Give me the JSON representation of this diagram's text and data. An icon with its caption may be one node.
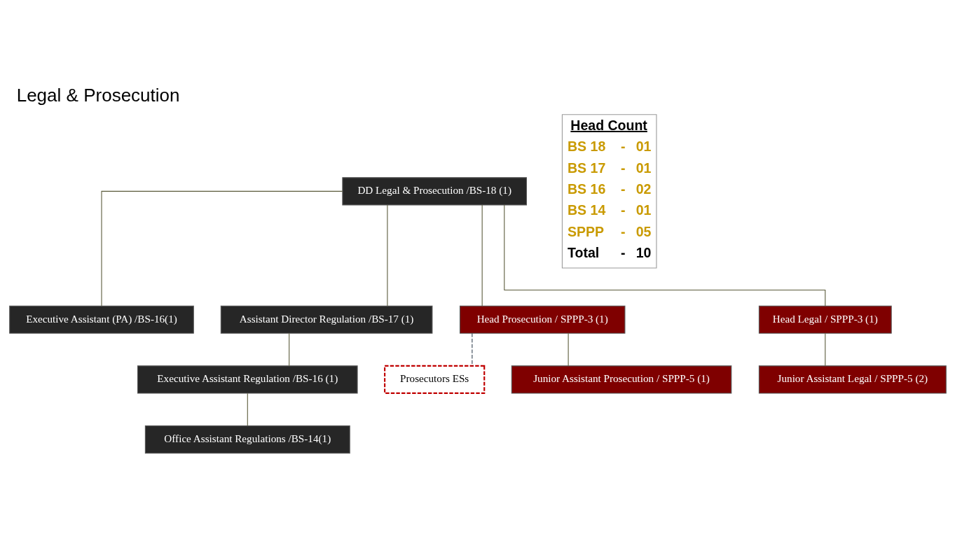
{
  "diagram": {
    "title": "Legal & Prosecution",
    "nodes": [
      {
        "text": [
          "DD Legal & Prosecution /BS-18 (1)"
        ]
      },
      {
        "text": [
          "Executive Assistant (PA) /BS-16(1)"
        ]
      },
      {
        "text": [
          "Assistant Director Regulation /BS-17 (1)"
        ]
      },
      {
        "text": [
          "Head Prosecution / SPPP-3 (1)"
        ]
      },
      {
        "text": [
          "Head Legal / SPPP-3 (1)"
        ]
      },
      {
        "text": [
          "Executive Assistant Regulation /BS-16 (1)"
        ]
      },
      {
        "text": [
          "Prosecutors ESs"
        ]
      },
      {
        "text": [
          "Office Assistant Regulations /BS-14(1)"
        ]
      },
      {
        "text": [
          "Junior Assistant Prosecution / SPPP-5 (1)"
        ]
      },
      {
        "text": [
          "Junior Assistant Legal / SPPP-5 (2)"
        ]
      }
    ],
    "edges": [
      {
        "from": 0,
        "to": 1,
        "arrow": "none"
      },
      {
        "from": 0,
        "to": 2,
        "arrow": "none"
      },
      {
        "from": 0,
        "to": 3,
        "arrow": "none"
      },
      {
        "from": 0,
        "to": 4,
        "arrow": "none"
      },
      {
        "from": 3,
        "to": 6,
        "arrow": "none",
        "style": "dashed",
        "color": "#2f3e4e"
      },
      {
        "from": 2,
        "to": 5,
        "arrow": "none"
      },
      {
        "from": 5,
        "to": 7,
        "arrow": "none"
      },
      {
        "from": 3,
        "to": 8,
        "arrow": "none"
      },
      {
        "from": 4,
        "to": 9,
        "arrow": "none"
      }
    ],
    "labels": [
      "Head Count",
      "BS 18",
      "-",
      "01",
      "BS 17",
      "-",
      "01",
      "BS 16",
      "-",
      "02",
      "BS 14",
      "-",
      "01",
      "SPPP",
      "-",
      "05",
      "Total",
      "-",
      "10"
    ]
  }
}
